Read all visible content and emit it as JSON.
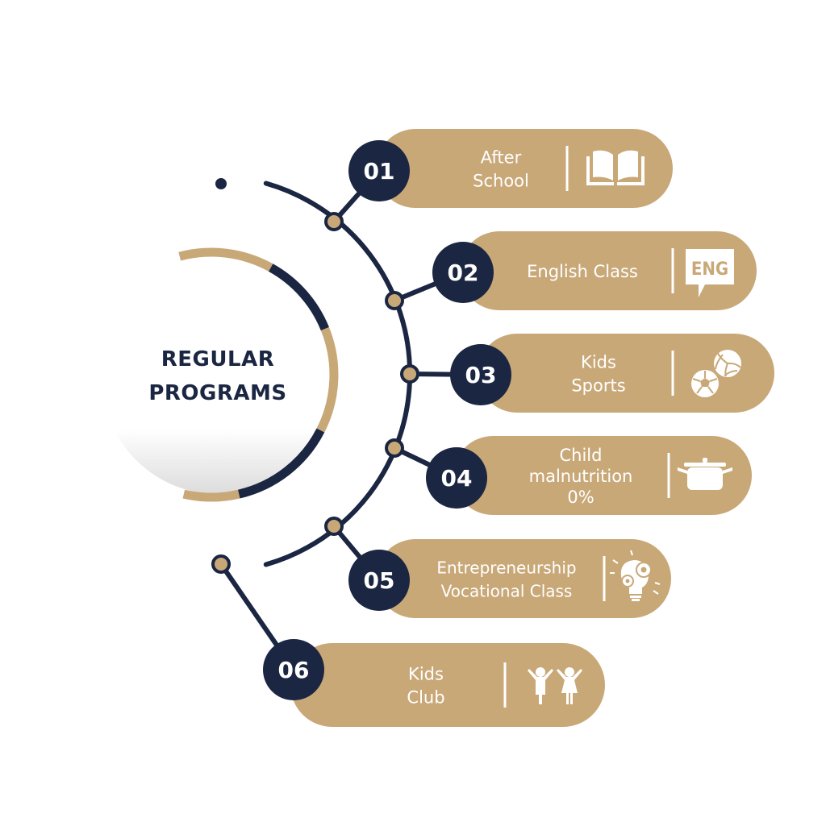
{
  "title": {
    "line1": "REGULAR",
    "line2": "PROGRAMS"
  },
  "colors": {
    "navy": "#1b2642",
    "gold": "#c9a878",
    "white": "#ffffff"
  },
  "programs": [
    {
      "number": "01",
      "lines": [
        "After",
        "School"
      ],
      "icon": "open-book-icon"
    },
    {
      "number": "02",
      "lines": [
        "English Class"
      ],
      "icon": "eng-speech-bubble-icon"
    },
    {
      "number": "03",
      "lines": [
        "Kids",
        "Sports"
      ],
      "icon": "balls-icon"
    },
    {
      "number": "04",
      "lines": [
        "Child",
        "malnutrition",
        "0%"
      ],
      "icon": "cooking-pot-icon"
    },
    {
      "number": "05",
      "lines": [
        "Entrepreneurship",
        "Vocational Class"
      ],
      "icon": "lightbulb-gears-icon"
    },
    {
      "number": "06",
      "lines": [
        "Kids",
        "Club"
      ],
      "icon": "children-icon"
    }
  ],
  "icons": {
    "eng_text": "ENG"
  }
}
